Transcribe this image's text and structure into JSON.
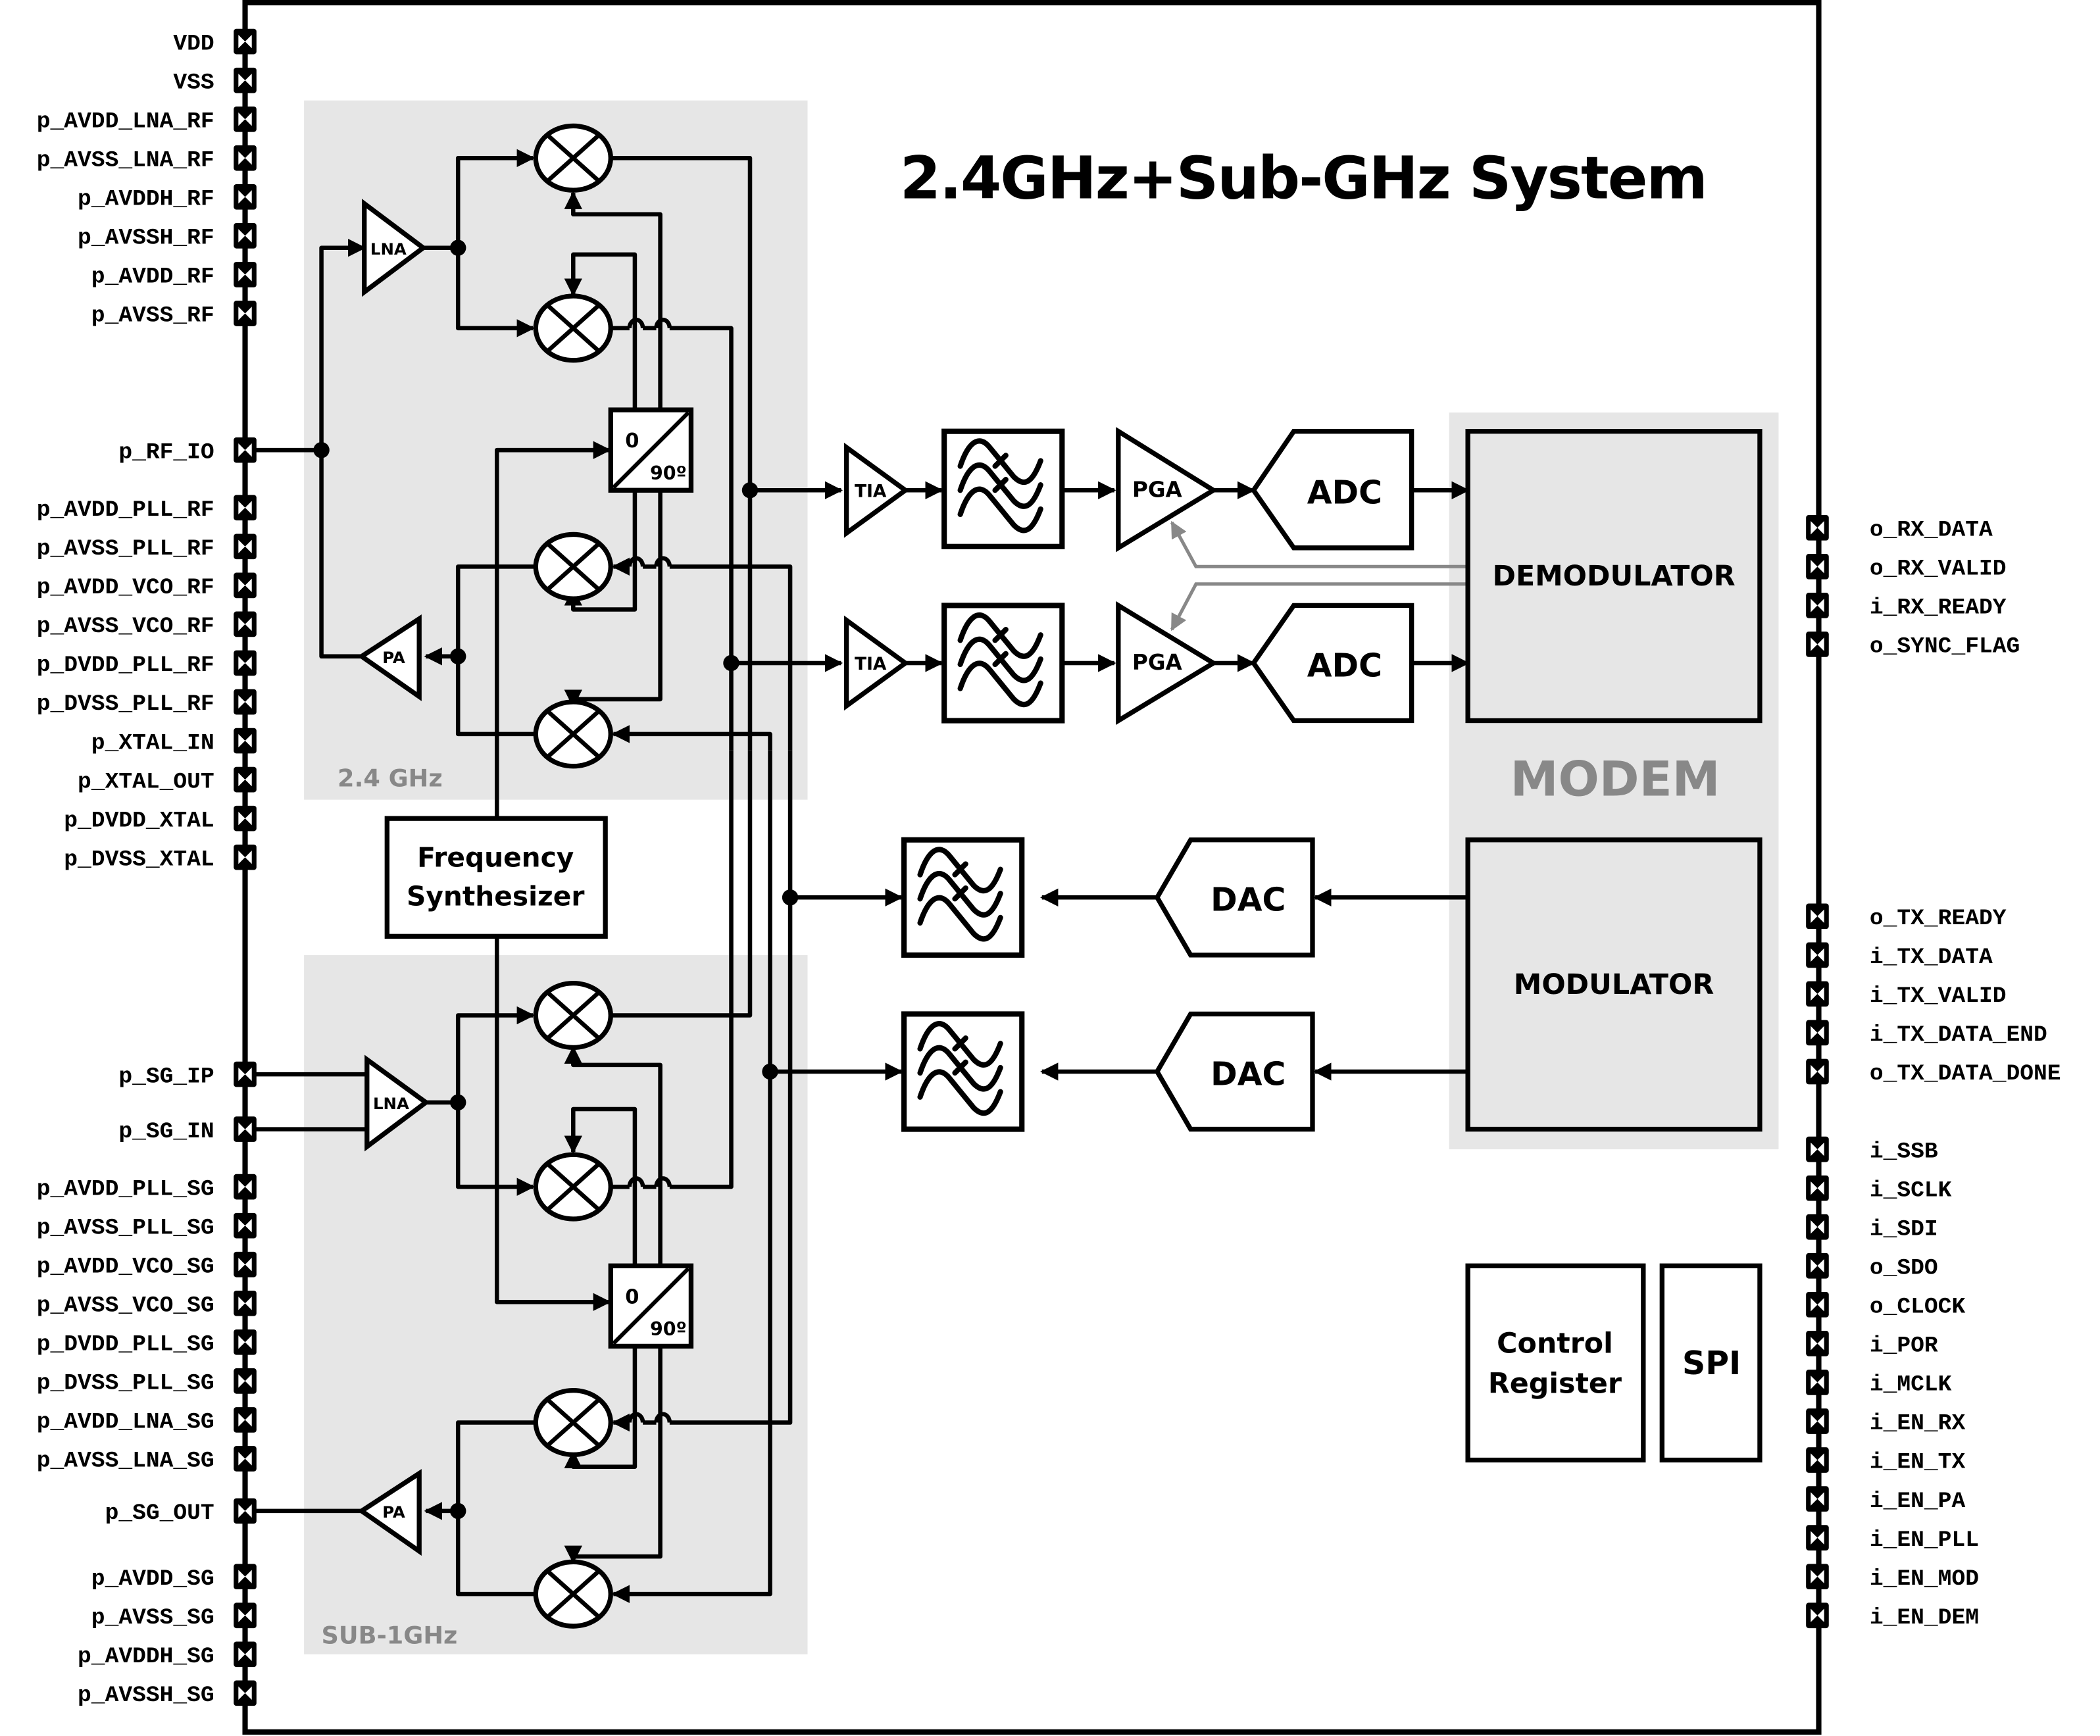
{
  "title": "2.4GHz+Sub-GHz System",
  "colors": {
    "region_fill": "#e6e6e6",
    "region_label": "#888888",
    "line": "#000000",
    "control_line": "#888888"
  },
  "regions": {
    "rf24": "2.4 GHz",
    "subg": "SUB-1GHz",
    "modem": "MODEM"
  },
  "blocks": {
    "lna": "LNA",
    "pa": "PA",
    "tia": "TIA",
    "pga": "PGA",
    "adc": "ADC",
    "dac": "DAC",
    "phase_0": "0",
    "phase_90": "90º",
    "freq_synth_line1": "Frequency",
    "freq_synth_line2": "Synthesizer",
    "demodulator": "DEMODULATOR",
    "modulator": "MODULATOR",
    "control_register_line1": "Control",
    "control_register_line2": "Register",
    "spi": "SPI"
  },
  "left_pins": [
    "VDD",
    "VSS",
    "p_AVDD_LNA_RF",
    "p_AVSS_LNA_RF",
    "p_AVDDH_RF",
    "p_AVSSH_RF",
    "p_AVDD_RF",
    "p_AVSS_RF",
    "p_RF_IO",
    "p_AVDD_PLL_RF",
    "p_AVSS_PLL_RF",
    "p_AVDD_VCO_RF",
    "p_AVSS_VCO_RF",
    "p_DVDD_PLL_RF",
    "p_DVSS_PLL_RF",
    "p_XTAL_IN",
    "p_XTAL_OUT",
    "p_DVDD_XTAL",
    "p_DVSS_XTAL",
    "p_SG_IP",
    "p_SG_IN",
    "p_AVDD_PLL_SG",
    "p_AVSS_PLL_SG",
    "p_AVDD_VCO_SG",
    "p_AVSS_VCO_SG",
    "p_DVDD_PLL_SG",
    "p_DVSS_PLL_SG",
    "p_AVDD_LNA_SG",
    "p_AVSS_LNA_SG",
    "p_SG_OUT",
    "p_AVDD_SG",
    "p_AVSS_SG",
    "p_AVDDH_SG",
    "p_AVSSH_SG"
  ],
  "right_pins": [
    "o_RX_DATA",
    "o_RX_VALID",
    "i_RX_READY",
    "o_SYNC_FLAG",
    "o_TX_READY",
    "i_TX_DATA",
    "i_TX_VALID",
    "i_TX_DATA_END",
    "o_TX_DATA_DONE",
    "i_SSB",
    "i_SCLK",
    "i_SDI",
    "o_SDO",
    "o_CLOCK",
    "i_POR",
    "i_MCLK",
    "i_EN_RX",
    "i_EN_TX",
    "i_EN_PA",
    "i_EN_PLL",
    "i_EN_MOD",
    "i_EN_DEM"
  ],
  "icons": {
    "pad": "pad-x-icon",
    "mixer": "mixer-icon",
    "filter": "bandpass-filter-icon",
    "amplifier": "amplifier-triangle-icon",
    "phase_splitter": "phase-splitter-icon"
  }
}
